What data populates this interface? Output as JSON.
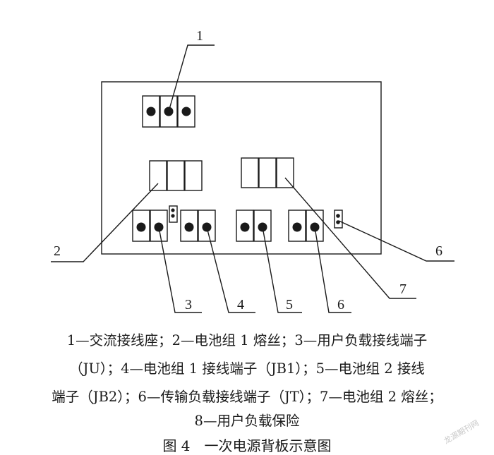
{
  "callouts": {
    "c1": "1",
    "c2": "2",
    "c3": "3",
    "c4": "4",
    "c5": "5",
    "c6a": "6",
    "c6b": "6",
    "c7": "7"
  },
  "caption": {
    "line1": "1—交流接线座；2—电池组 1 熔丝；3—用户负载接线端子",
    "line2": "（JU）；4—电池组 1 接线端子（JB1）；5—电池组 2 接线",
    "line3": "端子（JB2）；6—传输负载接线端子（JT）；7—电池组 2 熔丝；",
    "line4": "8—用户负载保险",
    "figure_title": "图 4　一次电源背板示意图"
  },
  "watermark": "龙源期刊网"
}
